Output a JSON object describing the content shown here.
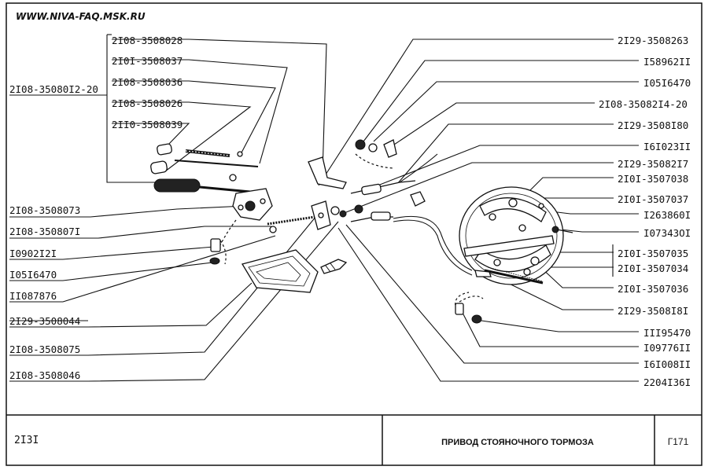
{
  "header": {
    "site": "WWW.NIVA-FAQ.MSK.RU"
  },
  "labels_left": [
    "2I08-3508028",
    "2I0I-3508037",
    "2I08-3508036",
    "2I08-3508026",
    "2II0-3508039",
    "2I08-35080I2-20",
    "2I08-3508073",
    "2I08-350807I",
    "I0902I2I",
    "I05I6470",
    "II087876",
    "2I29-3508044",
    "2I08-3508075",
    "2I08-3508046"
  ],
  "labels_right": [
    "2I29-3508263",
    "I58962II",
    "I05I6470",
    "2I08-35082I4-20",
    "2I29-3508I80",
    "I6I023II",
    "2I29-35082I7",
    "2I0I-3507038",
    "2I0I-3507037",
    "I263860I",
    "I07343OI",
    "2I0I-3507035",
    "2I0I-3507034",
    "2I0I-3507036",
    "2I29-3508I8I",
    "III95470",
    "I09776II",
    "I6I008II",
    "2204I36I"
  ],
  "title_block": {
    "sheet": "2I3I",
    "title": "ПРИВОД СТОЯНОЧНОГО ТОРМОЗА",
    "code": "Г171"
  }
}
